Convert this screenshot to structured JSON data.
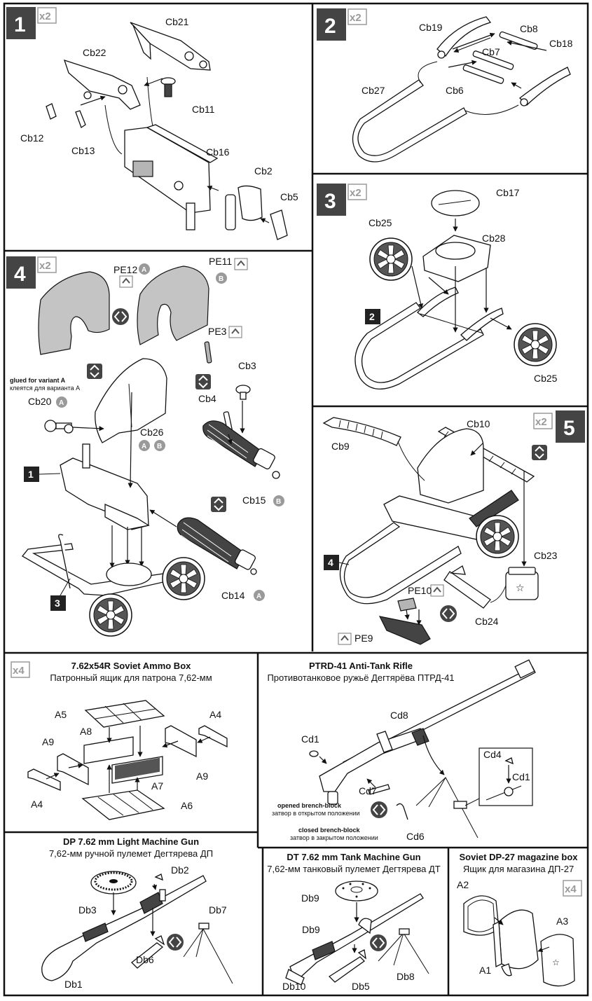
{
  "steps": [
    {
      "number": "1",
      "multiplier": "x2"
    },
    {
      "number": "2",
      "multiplier": "x2"
    },
    {
      "number": "3",
      "multiplier": "x2"
    },
    {
      "number": "4",
      "multiplier": "x2"
    },
    {
      "number": "5",
      "multiplier": "x2"
    }
  ],
  "step1_labels": [
    "Cb21",
    "Cb22",
    "Cb11",
    "Cb12",
    "Cb13",
    "Cb16",
    "Cb2",
    "Cb5"
  ],
  "step2_labels": [
    "Cb19",
    "Cb8",
    "Cb18",
    "Cb7",
    "Cb27",
    "Cb6"
  ],
  "step3_labels": [
    "Cb17",
    "Cb25",
    "Cb28",
    "Cb25"
  ],
  "step3_refs": [
    "2"
  ],
  "step4_labels": [
    "PE12",
    "PE11",
    "PE3",
    "Cb3",
    "Cb20",
    "Cb26",
    "Cb4",
    "Cb15",
    "Cb14"
  ],
  "step4_refs": [
    "1",
    "3"
  ],
  "step4_variants": [
    "A",
    "B",
    "A",
    "A",
    "B",
    "B",
    "A"
  ],
  "step4_notes": {
    "en": "glued for variant A",
    "ru": "клеятся для варианта А"
  },
  "step5_labels": [
    "Cb9",
    "Cb10",
    "Cb23",
    "PE10",
    "Cb24",
    "PE9"
  ],
  "step5_refs": [
    "4"
  ],
  "ammo_box": {
    "multiplier": "x4",
    "title": "7.62x54R Soviet Ammo Box",
    "subtitle": "Патронный ящик для патрона 7,62-мм",
    "labels": [
      "A5",
      "A4",
      "A8",
      "A9",
      "A9",
      "A7",
      "A4",
      "A6"
    ]
  },
  "ptrd": {
    "title": "PTRD-41 Anti-Tank Rifle",
    "subtitle": "Противотанковое ружьё Дегтярёва ПТРД-41",
    "labels": [
      "Cd8",
      "Cd1",
      "Cd4",
      "Cd1",
      "Cd7",
      "Cd6"
    ],
    "opened": {
      "en": "opened brench-block",
      "ru": "затвор в открытом положении"
    },
    "closed": {
      "en": "closed brench-block",
      "ru": "затвор в закрытом положении"
    }
  },
  "dp": {
    "title": "DP 7.62 mm Light Machine Gun",
    "subtitle": "7,62-мм ручной пулемет Дегтярева ДП",
    "labels": [
      "Db2",
      "Db3",
      "Db7",
      "Db6",
      "Db1"
    ]
  },
  "dt": {
    "title": "DT 7.62 mm Tank Machine Gun",
    "subtitle": "7,62-мм танковый пулемет Дегтярева ДТ",
    "labels": [
      "Db9",
      "Db9",
      "Db10",
      "Db5",
      "Db8"
    ]
  },
  "dp27": {
    "title": "Soviet DP-27 magazine box",
    "subtitle": "Ящик для магазина ДП-27",
    "multiplier": "x4",
    "labels": [
      "A2",
      "A3",
      "A1"
    ]
  }
}
